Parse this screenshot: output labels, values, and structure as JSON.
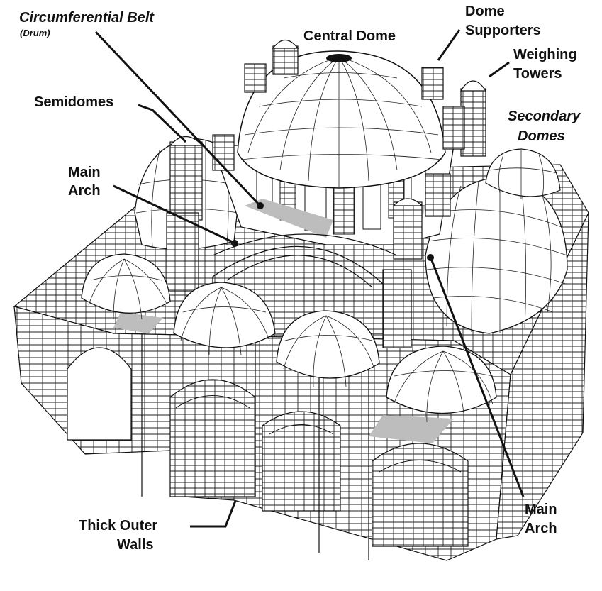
{
  "labels": {
    "circumferential_belt": "Circumferential Belt",
    "drum": "(Drum)",
    "central_dome": "Central Dome",
    "dome_supporters_1": "Dome",
    "dome_supporters_2": "Supporters",
    "weighing_towers_1": "Weighing",
    "weighing_towers_2": "Towers",
    "secondary_domes_1": "Secondary",
    "secondary_domes_2": "Domes",
    "semidomes": "Semidomes",
    "main_arch_left_1": "Main",
    "main_arch_left_2": "Arch",
    "main_arch_right_1": "Main",
    "main_arch_right_2": "Arch",
    "thick_outer_walls_1": "Thick Outer",
    "thick_outer_walls_2": "Walls"
  },
  "colors": {
    "line": "#111111",
    "face": "#ffffff",
    "shade": "#bdbdbd"
  }
}
